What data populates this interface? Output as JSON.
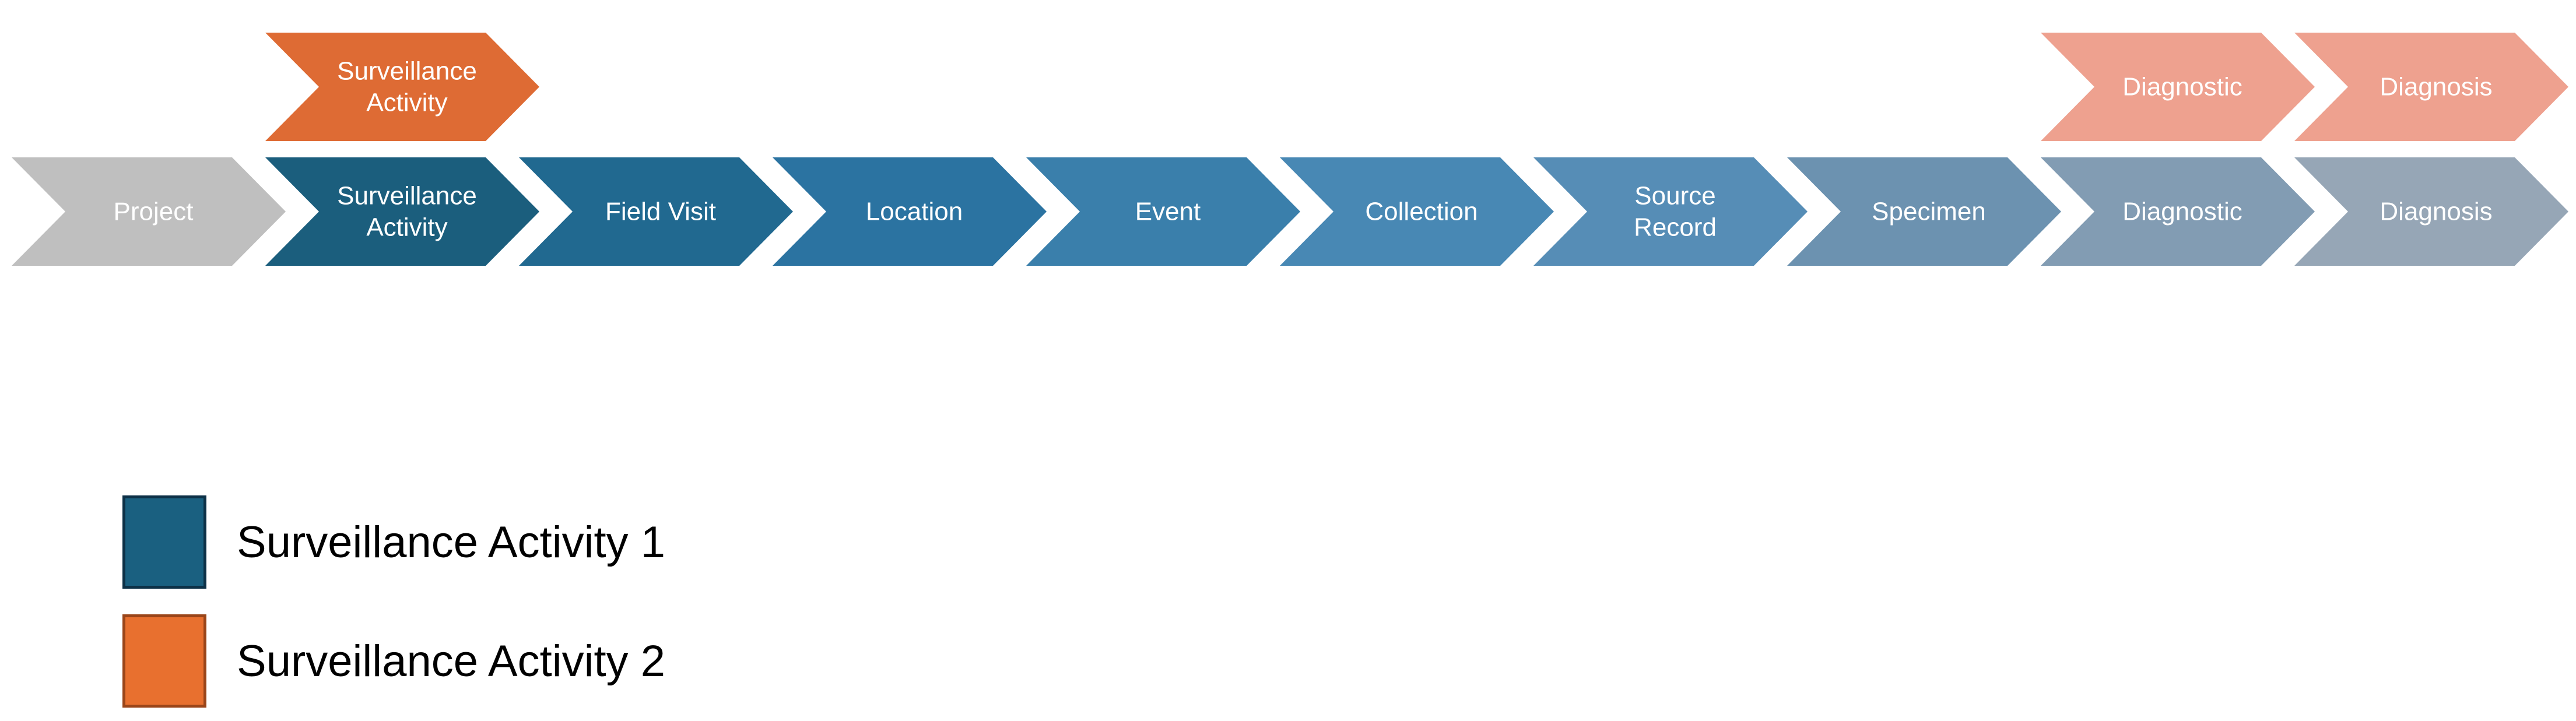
{
  "colors": {
    "activity1": "#1a6080",
    "activity2": "#e8702f",
    "white": "#ffffff"
  },
  "top_row": [
    {
      "label": [
        "Surveillance",
        "Activity"
      ],
      "color": "#de6b34"
    },
    {
      "label": [
        "Diagnostic"
      ],
      "color": "#eea18f"
    },
    {
      "label": [
        "Diagnosis"
      ],
      "color": "#eea18f"
    }
  ],
  "main_row": [
    {
      "label": [
        "Project"
      ],
      "color": "#bfbfbf"
    },
    {
      "label": [
        "Surveillance",
        "Activity"
      ],
      "color": "#1b5e7d"
    },
    {
      "label": [
        "Field Visit"
      ],
      "color": "#216990"
    },
    {
      "label": [
        "Location"
      ],
      "color": "#2b73a1"
    },
    {
      "label": [
        "Event"
      ],
      "color": "#3a7fab"
    },
    {
      "label": [
        "Collection"
      ],
      "color": "#4888b4"
    },
    {
      "label": [
        "Source",
        "Record"
      ],
      "color": "#568db6"
    },
    {
      "label": [
        "Specimen"
      ],
      "color": "#6c92b0"
    },
    {
      "label": [
        "Diagnostic"
      ],
      "color": "#829cb3"
    },
    {
      "label": [
        "Diagnosis"
      ],
      "color": "#96a6b6"
    }
  ],
  "legend": [
    {
      "label": "Surveillance Activity 1",
      "color": "#1a6080",
      "border": "#0d3147"
    },
    {
      "label": "Surveillance Activity 2",
      "color": "#e8702f",
      "border": "#9a4519"
    }
  ]
}
